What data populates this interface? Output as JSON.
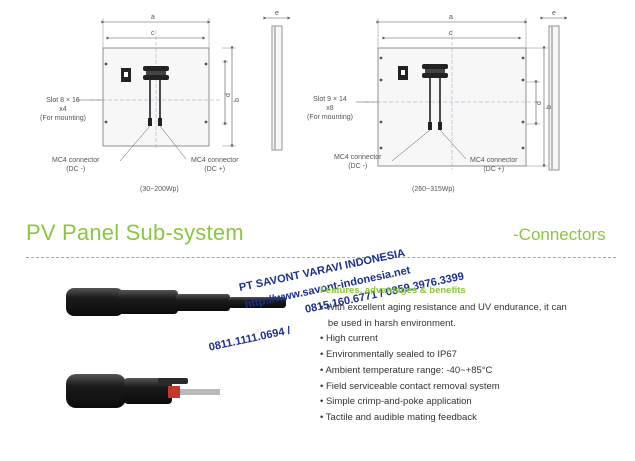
{
  "diagrams": [
    {
      "dims": [
        "a",
        "c",
        "b",
        "d"
      ],
      "slot_label": [
        "Slot 8 × 16",
        "x4",
        "(For mounting)"
      ],
      "connector_left": [
        "MC4 connector",
        "(DC -)"
      ],
      "connector_right": [
        "MC4 connector",
        "(DC +)"
      ],
      "range": "(30~200Wp)"
    },
    {
      "dims": [
        "a",
        "c",
        "b",
        "d"
      ],
      "slot_label": [
        "Slot 9 × 14",
        "x8",
        "(For mounting)"
      ],
      "connector_left": [
        "MC4 connector",
        "(DC -)"
      ],
      "connector_right": [
        "MC4 connector",
        "(DC +)"
      ],
      "range": "(260~315Wp)"
    }
  ],
  "side_dim": "e",
  "heading": {
    "title": "PV Panel Sub-system",
    "subtitle": "-Connectors"
  },
  "watermark": {
    "company": "PT SAVONT VARAVI INDONESIA",
    "url": "http://www.savont-indonesia.net",
    "phones_1": "0815.160.6771  / 0859.3976.3399",
    "phones_2": "0811.1111.0694  /"
  },
  "features": {
    "heading": "Features, advantages & benefits",
    "items": [
      "• With excellent aging resistance and UV endurance, it can",
      "   be used in harsh environment.",
      "• High current",
      "• Environmentally sealed to IP67",
      "• Ambient temperature range:  -40~+85°C",
      "• Field serviceable contact removal system",
      "• Simple crimp-and-poke application",
      "• Tactile and audible mating feedback"
    ]
  },
  "colors": {
    "accent": "#8cc63f",
    "watermark": "#1c2f8f",
    "connector": "#1e1e1e"
  }
}
